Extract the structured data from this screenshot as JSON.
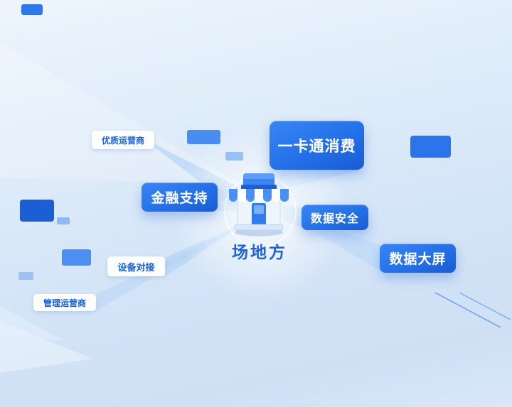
{
  "center": {
    "label": "场地方",
    "icon": "store-icon"
  },
  "nodes": {
    "premium_operator": {
      "label": "优质运营商"
    },
    "card_consumption": {
      "label": "一卡通消费"
    },
    "financial_support": {
      "label": "金融支持"
    },
    "data_security": {
      "label": "数据安全"
    },
    "data_screen": {
      "label": "数据大屏"
    },
    "device_connection": {
      "label": "设备对接"
    },
    "management_operator": {
      "label": "管理运营商"
    }
  },
  "colors": {
    "primary_blue": "#2470e8",
    "box_gradient_start": "#3886f4",
    "box_gradient_end": "#1a5cd4",
    "pill_text": "#1560d8",
    "pill_background": "#ffffff",
    "center_label": "#1a63da",
    "background_top": "#eef5fd",
    "background_bottom": "#cfe0f5"
  }
}
